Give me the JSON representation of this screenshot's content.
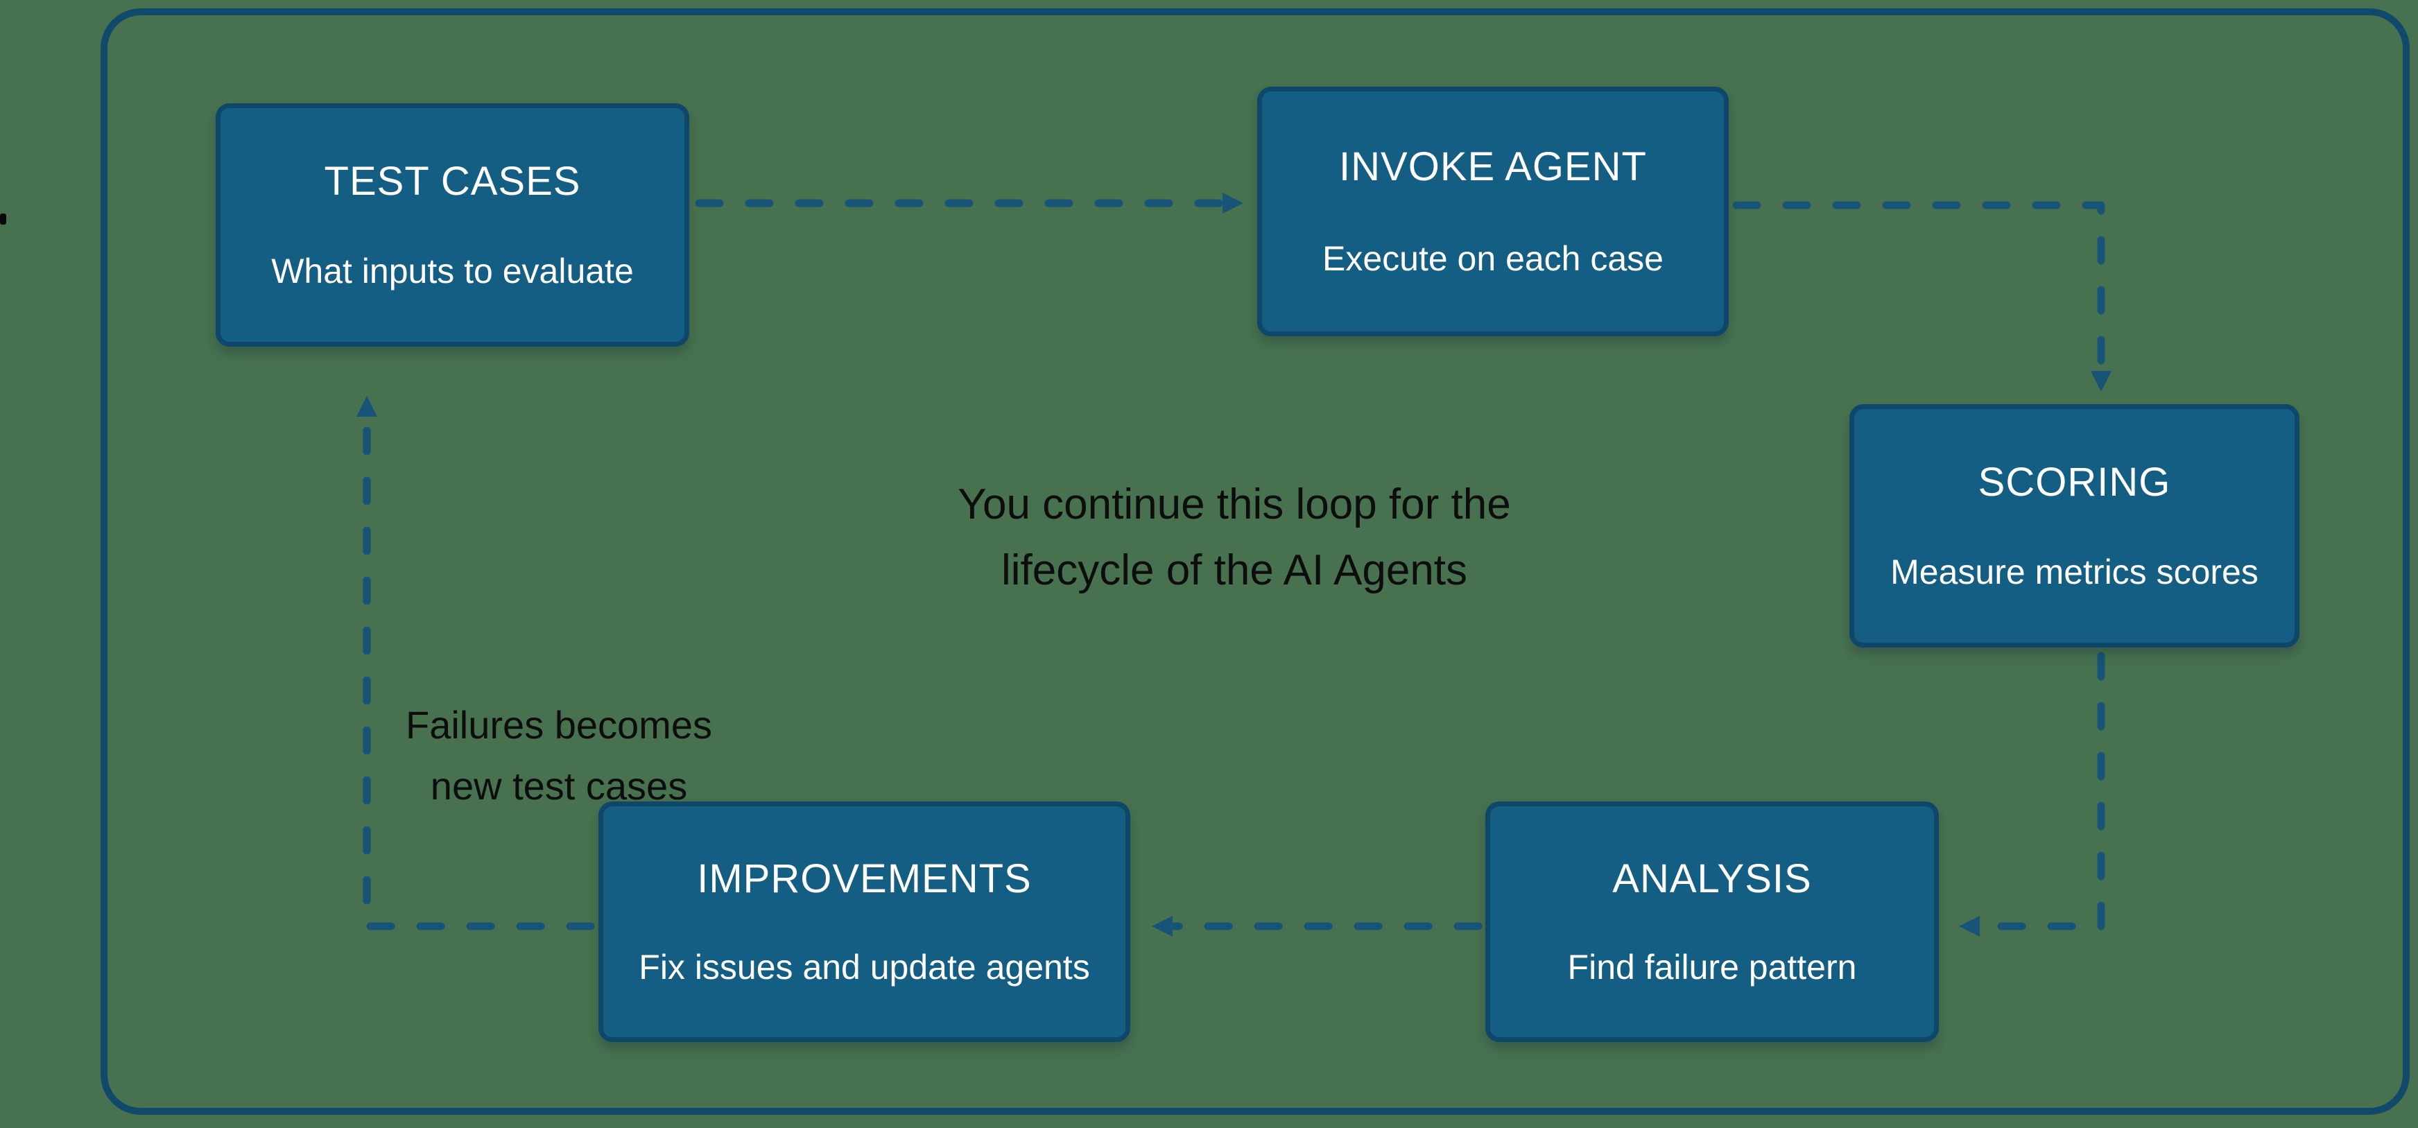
{
  "colors": {
    "background": "#47714F",
    "frame_border": "#11496B",
    "node_fill": "#155E83",
    "node_border": "#0E4769",
    "connector": "#175478",
    "node_text": "#FFFFFF",
    "note_text": "#0D0D0D"
  },
  "nodes": {
    "test_cases": {
      "title": "TEST CASES",
      "subtitle": "What inputs to evaluate"
    },
    "invoke_agent": {
      "title": "INVOKE AGENT",
      "subtitle": "Execute on each case"
    },
    "scoring": {
      "title": "SCORING",
      "subtitle": "Measure metrics scores"
    },
    "analysis": {
      "title": "ANALYSIS",
      "subtitle": "Find failure pattern"
    },
    "improvements": {
      "title": "IMPROVEMENTS",
      "subtitle": "Fix issues and update agents"
    }
  },
  "annotations": {
    "loop_note": {
      "line1": "You continue this loop for the",
      "line2": "lifecycle of the AI Agents"
    },
    "failures_note": {
      "line1": "Failures becomes",
      "line2": "new test cases"
    }
  }
}
